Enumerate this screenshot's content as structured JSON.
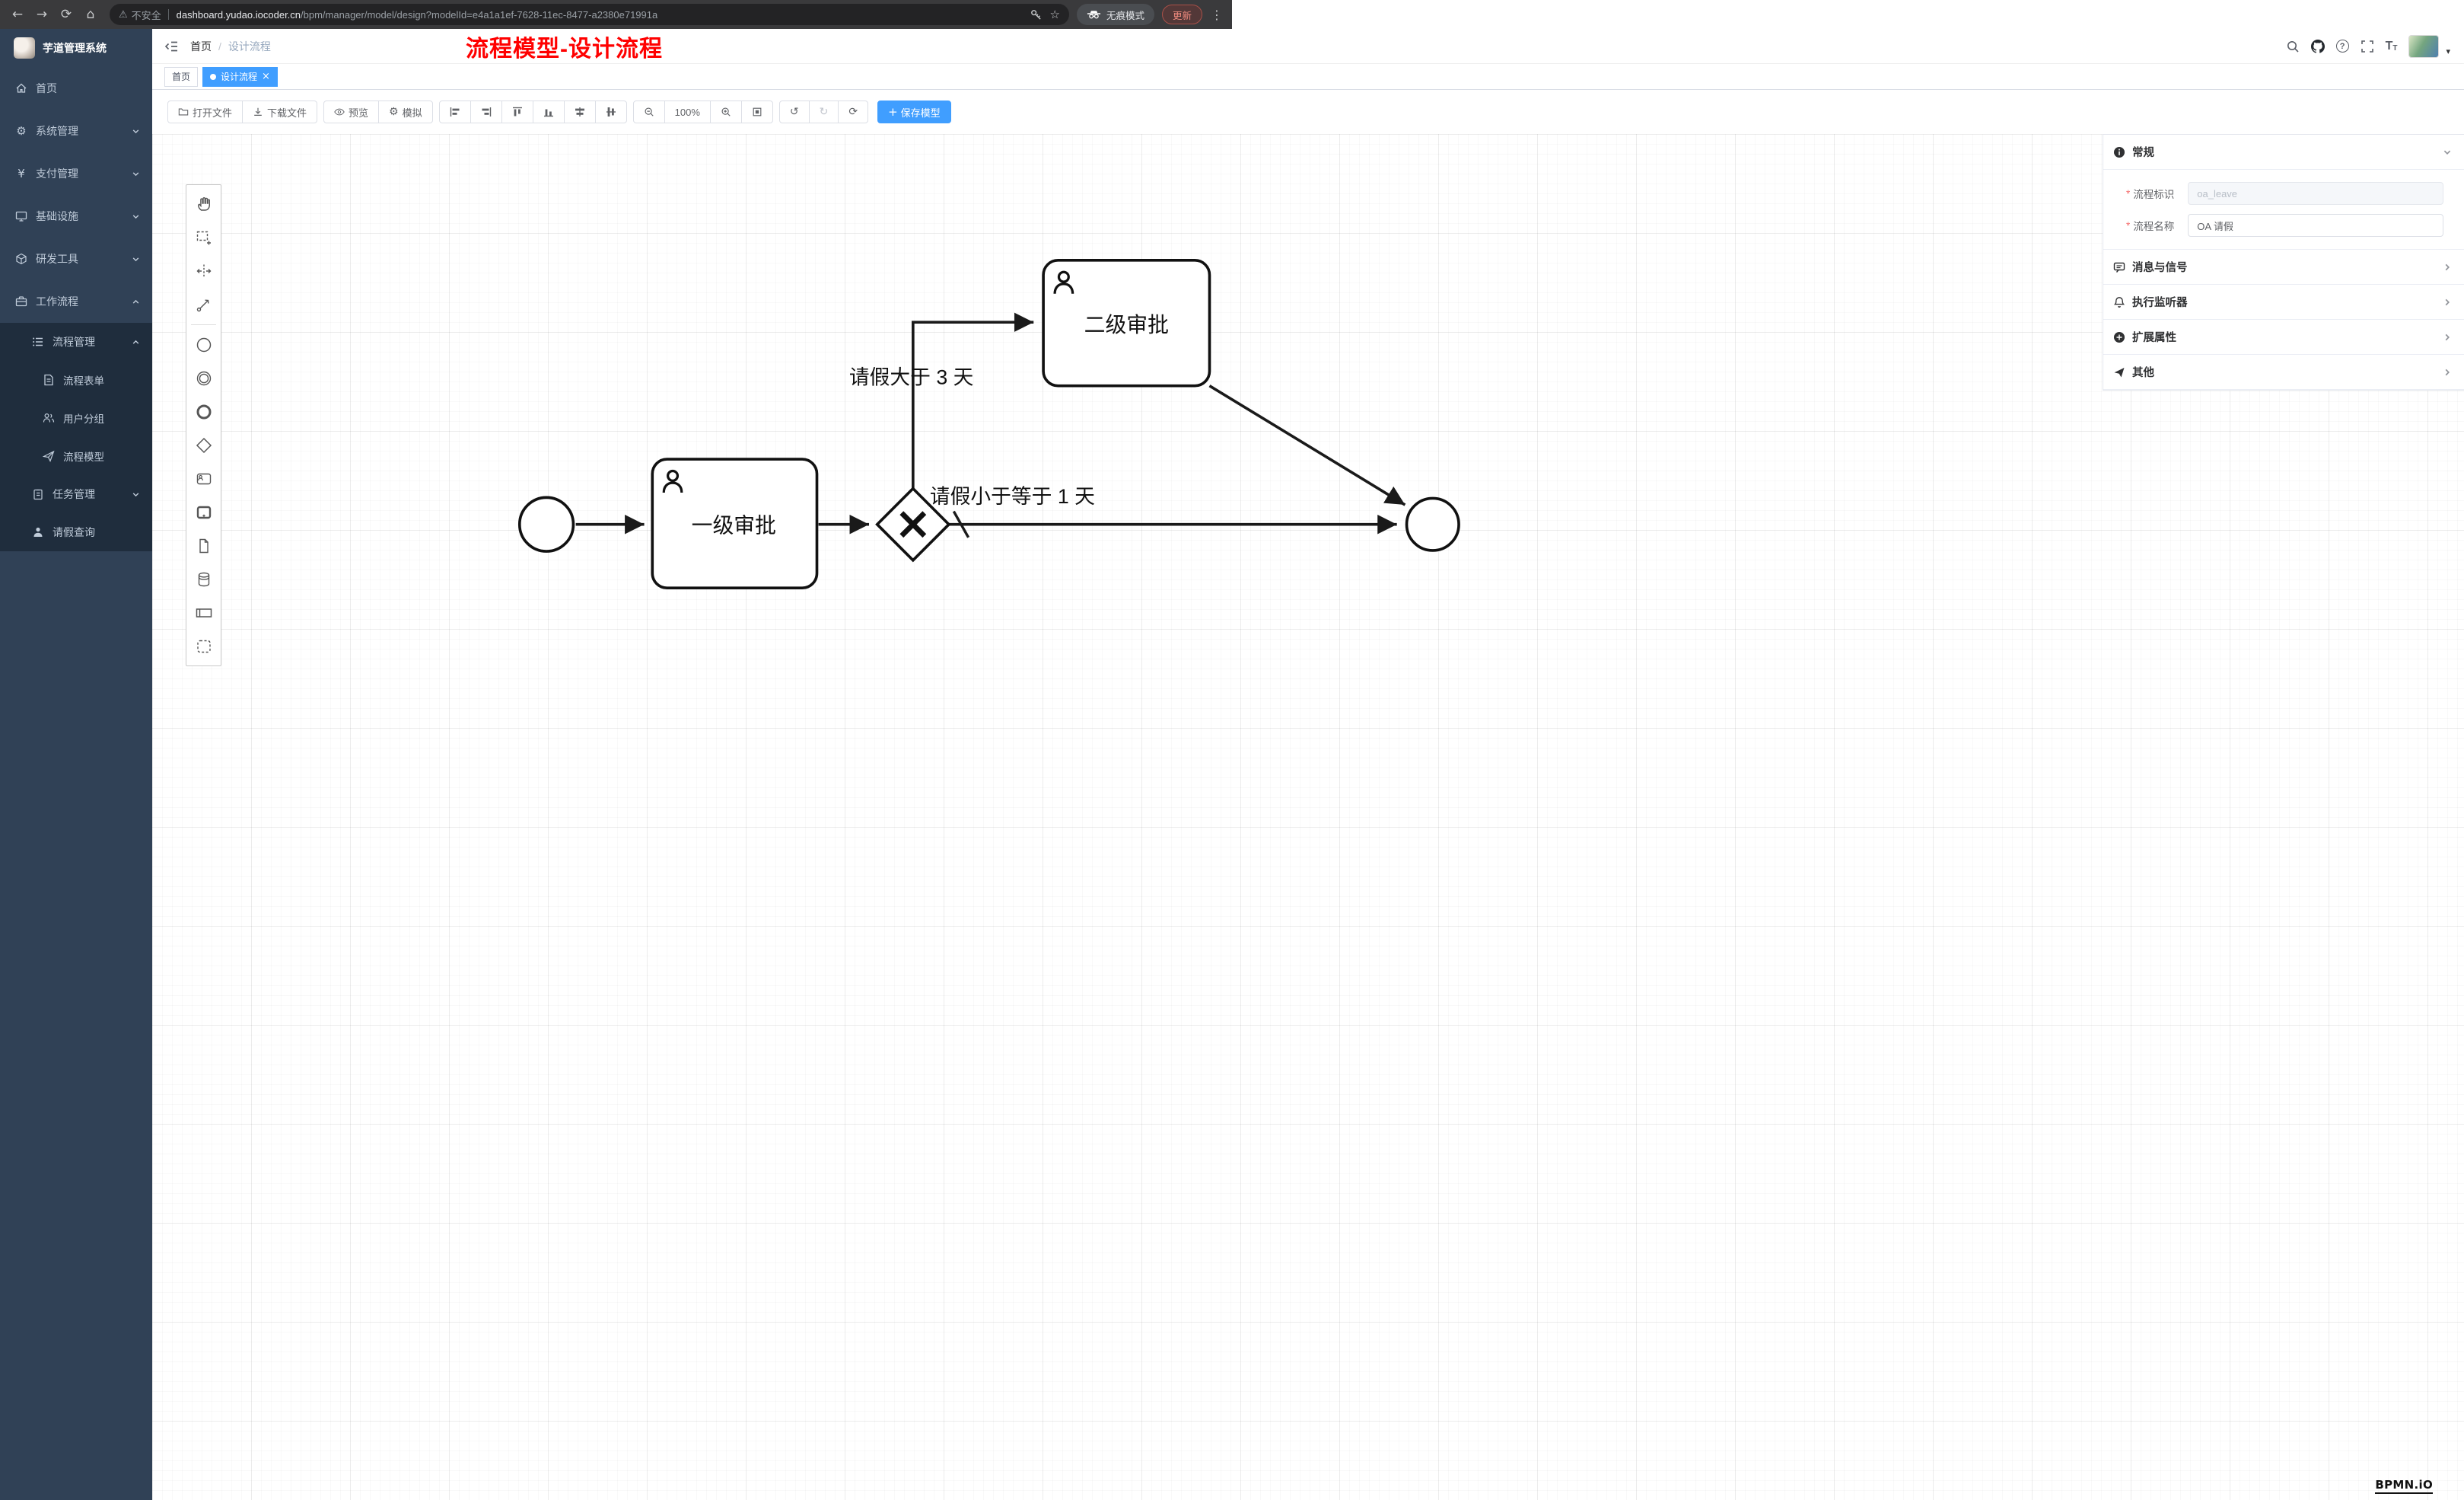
{
  "browser": {
    "security_label": "不安全",
    "url_host": "dashboard.yudao.iocoder.cn",
    "url_path": "/bpm/manager/model/design?modelId=e4a1a1ef-7628-11ec-8477-a2380e71991a",
    "incognito_label": "无痕模式",
    "update_label": "更新"
  },
  "icons": {
    "back": "←",
    "forward": "→",
    "reload": "⟳",
    "home": "⌂",
    "warning": "⚠",
    "star": "☆",
    "menu_dots": "⋮",
    "question": "?",
    "gear": "⚙",
    "yen": "¥",
    "undo": "↺",
    "redo": "↻",
    "reset": "⟳",
    "plus": "+",
    "close": "×",
    "caret_down": "▾",
    "breadcrumb_sep": "/",
    "required_mark": "*",
    "font_size": "T"
  },
  "sidebar": {
    "logo_title": "芋道管理系统",
    "menu": [
      {
        "label": "首页"
      },
      {
        "label": "系统管理"
      },
      {
        "label": "支付管理"
      },
      {
        "label": "基础设施"
      },
      {
        "label": "研发工具"
      },
      {
        "label": "工作流程"
      },
      {
        "label": "流程管理"
      },
      {
        "label": "流程表单"
      },
      {
        "label": "用户分组"
      },
      {
        "label": "流程模型"
      },
      {
        "label": "任务管理"
      },
      {
        "label": "请假查询"
      }
    ]
  },
  "header": {
    "breadcrumb_home": "首页",
    "breadcrumb_current": "设计流程",
    "annotation": "流程模型-设计流程"
  },
  "tabs": [
    {
      "label": "首页"
    },
    {
      "label": "设计流程"
    }
  ],
  "toolbar": {
    "open_file": "打开文件",
    "download_file": "下载文件",
    "preview": "预览",
    "simulate": "模拟",
    "zoom_level": "100%",
    "save_model": "保存模型"
  },
  "diagram": {
    "task_level1": "一级审批",
    "task_level2": "二级审批",
    "flow_gt3": "请假大于 3 天",
    "flow_le1": "请假小于等于 1 天"
  },
  "properties": {
    "section_general": "常规",
    "field_process_key": "流程标识",
    "process_key_value": "oa_leave",
    "field_process_name": "流程名称",
    "process_name_value": "OA 请假",
    "section_message_signal": "消息与信号",
    "section_execution_listener": "执行监听器",
    "section_extended_attrs": "扩展属性",
    "section_other": "其他"
  },
  "footer": {
    "bpmn_logo": "BPMN.iO"
  },
  "colors": {
    "accent": "#409eff",
    "sidebar_bg": "#304156",
    "submenu_bg": "#1f2d3d",
    "annotation_red": "#ff0000"
  }
}
